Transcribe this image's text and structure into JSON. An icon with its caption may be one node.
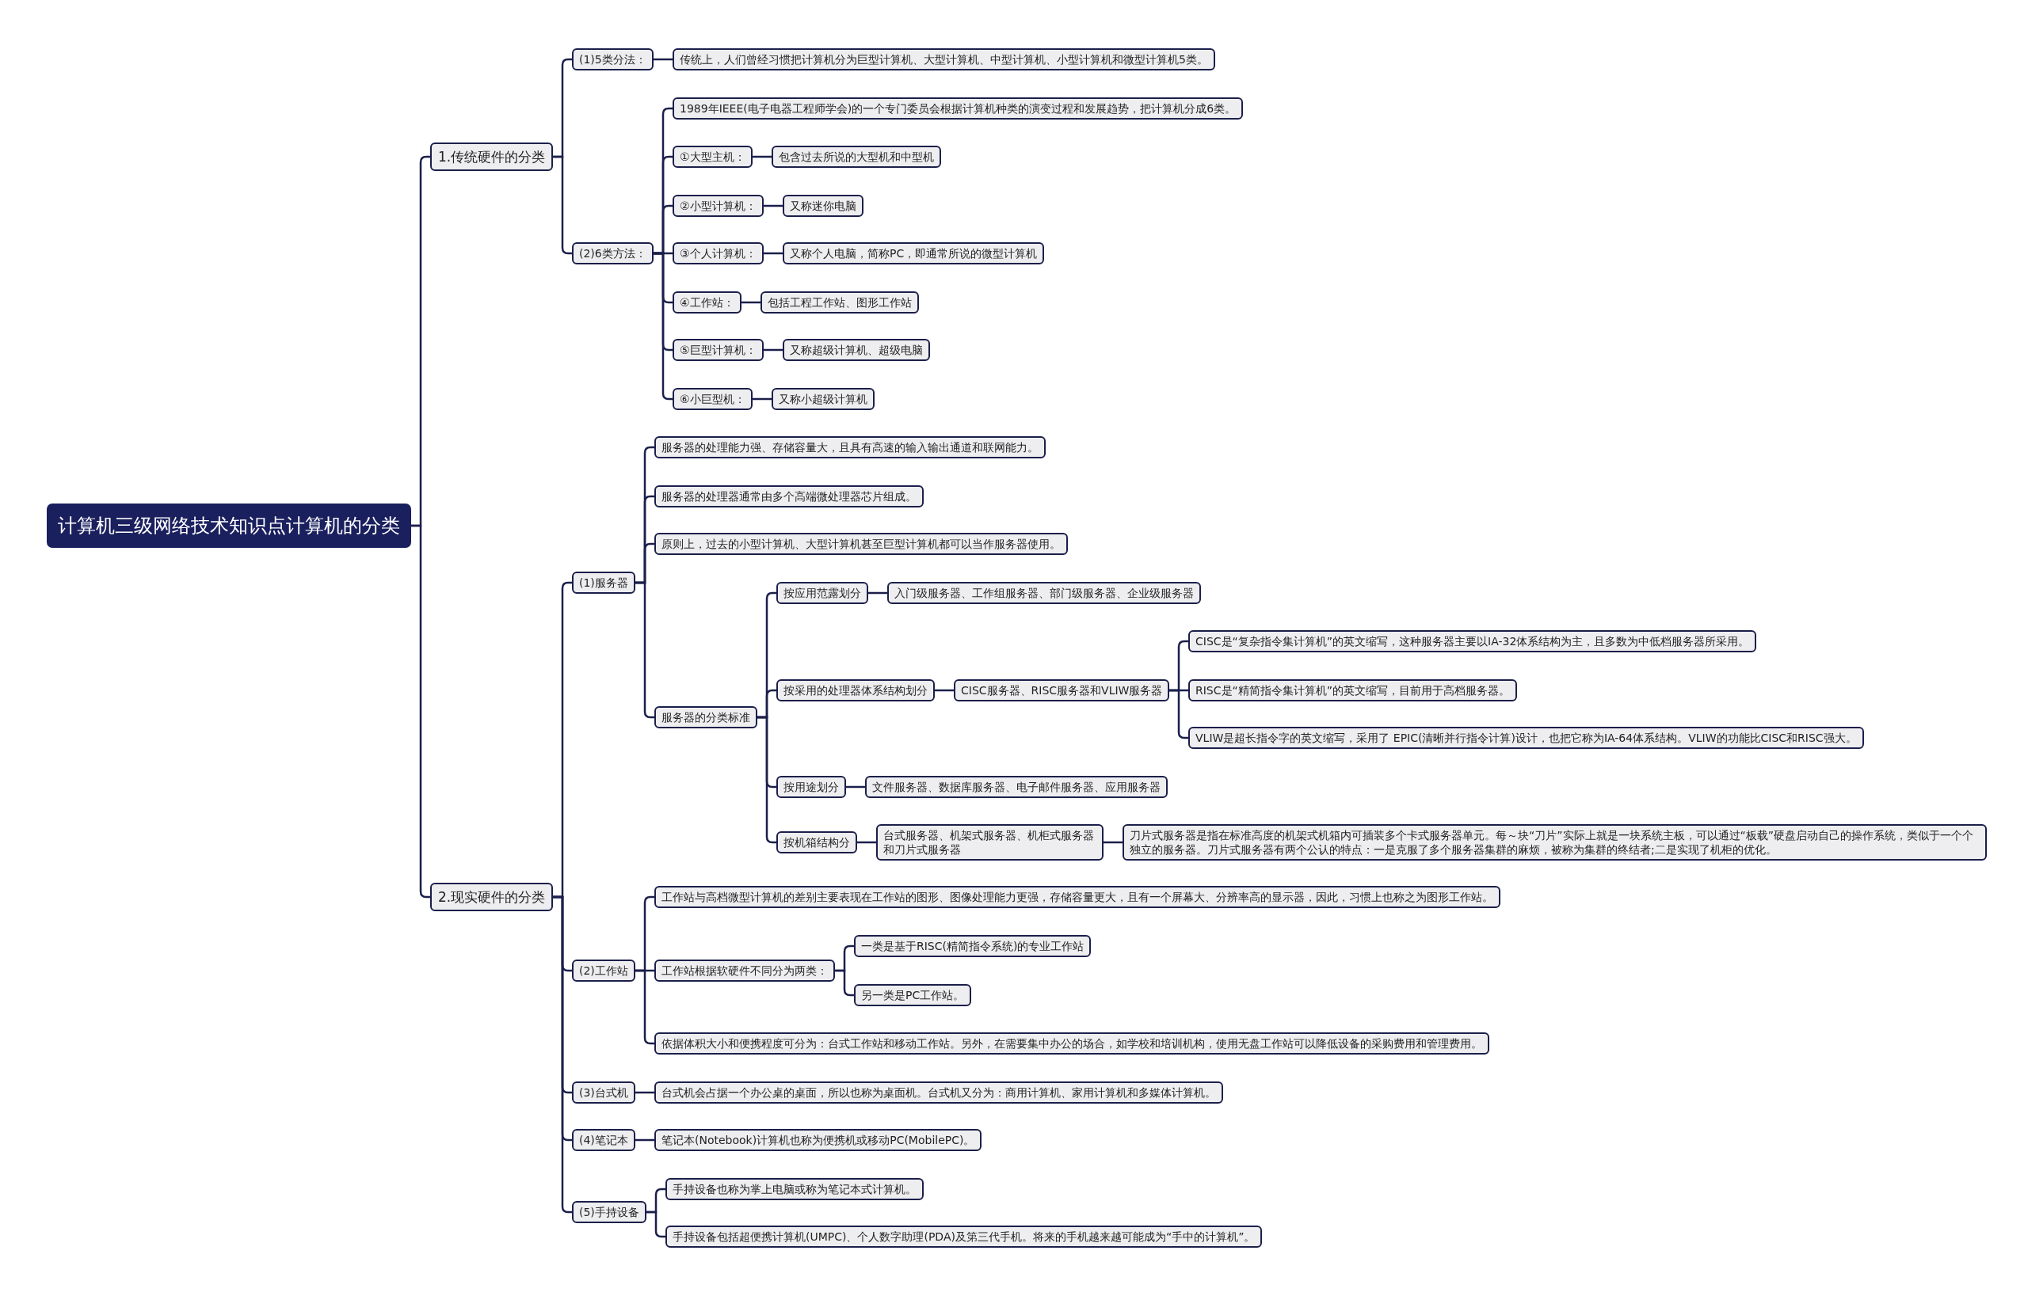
{
  "diagram": {
    "nodes": [
      {
        "text": [
          "计算机三级网络技术知识点计算机的分类"
        ]
      },
      {
        "text": [
          "1.传统硬件的分类"
        ]
      },
      {
        "text": [
          "(1)5类分法："
        ]
      },
      {
        "text": [
          "传统上，人们曾经习惯把计算机分为巨型计算机、大型计算机、中型计算机、小型计算机和微型计算机5类。"
        ]
      },
      {
        "text": [
          "(2)6类方法："
        ]
      },
      {
        "text": [
          "1989年IEEE(电子电器工程师学会)的一个专门委员会根据计算机种类的演变过程和发展趋势，把计算机分成6类。"
        ]
      },
      {
        "text": [
          "①大型主机："
        ]
      },
      {
        "text": [
          "包含过去所说的大型机和中型机"
        ]
      },
      {
        "text": [
          "②小型计算机："
        ]
      },
      {
        "text": [
          "又称迷你电脑"
        ]
      },
      {
        "text": [
          "③个人计算机："
        ]
      },
      {
        "text": [
          "又称个人电脑，简称PC，即通常所说的微型计算机"
        ]
      },
      {
        "text": [
          "④工作站："
        ]
      },
      {
        "text": [
          "包括工程工作站、图形工作站"
        ]
      },
      {
        "text": [
          "⑤巨型计算机："
        ]
      },
      {
        "text": [
          "又称超级计算机、超级电脑"
        ]
      },
      {
        "text": [
          "⑥小巨型机："
        ]
      },
      {
        "text": [
          "又称小超级计算机"
        ]
      },
      {
        "text": [
          "2.现实硬件的分类"
        ]
      },
      {
        "text": [
          "(1)服务器"
        ]
      },
      {
        "text": [
          "服务器的处理能力强、存储容量大，且具有高速的输入输出通道和联网能力。"
        ]
      },
      {
        "text": [
          "服务器的处理器通常由多个高端微处理器芯片组成。"
        ]
      },
      {
        "text": [
          "原则上，过去的小型计算机、大型计算机甚至巨型计算机都可以当作服务器使用。"
        ]
      },
      {
        "text": [
          "服务器的分类标准"
        ]
      },
      {
        "text": [
          "按应用范露划分"
        ]
      },
      {
        "text": [
          "入门级服务器、工作组服务器、部门级服务器、企业级服务器"
        ]
      },
      {
        "text": [
          "按采用的处理器体系结构划分"
        ]
      },
      {
        "text": [
          "CISC服务器、RISC服务器和VLIW服务器"
        ]
      },
      {
        "text": [
          "CISC是“复杂指令集计算机”的英文缩写，这种服务器主要以IA-32体系结构为主，且多数为中低档服务器所采用。"
        ]
      },
      {
        "text": [
          "RISC是“精简指令集计算机”的英文缩写，目前用于高档服务器。"
        ]
      },
      {
        "text": [
          "VLIW是超长指令字的英文缩写，采用了 EPIC(清晰并行指令计算)设计，也把它称为IA-64体系结构。VLIW的功能比CISC和RISC强大。"
        ]
      },
      {
        "text": [
          "按用途划分"
        ]
      },
      {
        "text": [
          "文件服务器、数据库服务器、电子邮件服务器、应用服务器"
        ]
      },
      {
        "text": [
          "按机箱结构分"
        ]
      },
      {
        "text": [
          "台式服务器、机架式服务器、机柜式服务器和刀片式服务器"
        ]
      },
      {
        "text": [
          "刀片式服务器是指在标准高度的机架式机箱内可插装多个卡式服务器单元。每～块“刀片”实际上就是一块系统主板，可以通过“板载”硬盘启动自己的操作系统，类似于一个个独立的服务器。刀片式服务器有两个公认的特点：一是克服了多个服务器集群的麻烦，被称为集群的终结者;二是实现了机柜的优化。"
        ]
      },
      {
        "text": [
          "(2)工作站"
        ]
      },
      {
        "text": [
          "工作站与高档微型计算机的差别主要表现在工作站的图形、图像处理能力更强，存储容量更大，且有一个屏幕大、分辨率高的显示器，因此，习惯上也称之为图形工作站。"
        ]
      },
      {
        "text": [
          "工作站根据软硬件不同分为两类："
        ]
      },
      {
        "text": [
          "一类是基于RISC(精简指令系统)的专业工作站"
        ]
      },
      {
        "text": [
          "另一类是PC工作站。"
        ]
      },
      {
        "text": [
          "依据体积大小和便携程度可分为：台式工作站和移动工作站。另外，在需要集中办公的场合，如学校和培训机构，使用无盘工作站可以降低设备的采购费用和管理费用。"
        ]
      },
      {
        "text": [
          "(3)台式机"
        ]
      },
      {
        "text": [
          "台式机会占据一个办公桌的桌面，所以也称为桌面机。台式机又分为：商用计算机、家用计算机和多媒体计算机。"
        ]
      },
      {
        "text": [
          "(4)笔记本"
        ]
      },
      {
        "text": [
          "笔记本(Notebook)计算机也称为便携机或移动PC(MobilePC)。"
        ]
      },
      {
        "text": [
          "(5)手持设备"
        ]
      },
      {
        "text": [
          "手持设备也称为掌上电脑或称为笔记本式计算机。"
        ]
      },
      {
        "text": [
          "手持设备包括超便携计算机(UMPC)、个人数字助理(PDA)及第三代手机。将来的手机越来越可能成为“手中的计算机”。"
        ]
      }
    ],
    "edges": [
      {
        "from": 0,
        "to": 1,
        "arrow": "none"
      },
      {
        "from": 0,
        "to": 18,
        "arrow": "none"
      },
      {
        "from": 1,
        "to": 2,
        "arrow": "none"
      },
      {
        "from": 1,
        "to": 4,
        "arrow": "none"
      },
      {
        "from": 2,
        "to": 3,
        "arrow": "none"
      },
      {
        "from": 4,
        "to": 5,
        "arrow": "none"
      },
      {
        "from": 4,
        "to": 6,
        "arrow": "none"
      },
      {
        "from": 4,
        "to": 8,
        "arrow": "none"
      },
      {
        "from": 4,
        "to": 10,
        "arrow": "none"
      },
      {
        "from": 4,
        "to": 12,
        "arrow": "none"
      },
      {
        "from": 4,
        "to": 14,
        "arrow": "none"
      },
      {
        "from": 4,
        "to": 16,
        "arrow": "none"
      },
      {
        "from": 6,
        "to": 7,
        "arrow": "none"
      },
      {
        "from": 8,
        "to": 9,
        "arrow": "none"
      },
      {
        "from": 10,
        "to": 11,
        "arrow": "none"
      },
      {
        "from": 12,
        "to": 13,
        "arrow": "none"
      },
      {
        "from": 14,
        "to": 15,
        "arrow": "none"
      },
      {
        "from": 16,
        "to": 17,
        "arrow": "none"
      },
      {
        "from": 18,
        "to": 19,
        "arrow": "none"
      },
      {
        "from": 18,
        "to": 36,
        "arrow": "none"
      },
      {
        "from": 18,
        "to": 42,
        "arrow": "none"
      },
      {
        "from": 18,
        "to": 44,
        "arrow": "none"
      },
      {
        "from": 18,
        "to": 46,
        "arrow": "none"
      },
      {
        "from": 19,
        "to": 20,
        "arrow": "none"
      },
      {
        "from": 19,
        "to": 21,
        "arrow": "none"
      },
      {
        "from": 19,
        "to": 22,
        "arrow": "none"
      },
      {
        "from": 19,
        "to": 23,
        "arrow": "none"
      },
      {
        "from": 23,
        "to": 24,
        "arrow": "none"
      },
      {
        "from": 23,
        "to": 26,
        "arrow": "none"
      },
      {
        "from": 23,
        "to": 31,
        "arrow": "none"
      },
      {
        "from": 23,
        "to": 33,
        "arrow": "none"
      },
      {
        "from": 24,
        "to": 25,
        "arrow": "none"
      },
      {
        "from": 26,
        "to": 27,
        "arrow": "none"
      },
      {
        "from": 27,
        "to": 28,
        "arrow": "none"
      },
      {
        "from": 27,
        "to": 29,
        "arrow": "none"
      },
      {
        "from": 27,
        "to": 30,
        "arrow": "none"
      },
      {
        "from": 31,
        "to": 32,
        "arrow": "none"
      },
      {
        "from": 33,
        "to": 34,
        "arrow": "none"
      },
      {
        "from": 34,
        "to": 35,
        "arrow": "none"
      },
      {
        "from": 36,
        "to": 37,
        "arrow": "none"
      },
      {
        "from": 36,
        "to": 38,
        "arrow": "none"
      },
      {
        "from": 36,
        "to": 41,
        "arrow": "none"
      },
      {
        "from": 38,
        "to": 39,
        "arrow": "none"
      },
      {
        "from": 38,
        "to": 40,
        "arrow": "none"
      },
      {
        "from": 42,
        "to": 43,
        "arrow": "none"
      },
      {
        "from": 44,
        "to": 45,
        "arrow": "none"
      },
      {
        "from": 46,
        "to": 47,
        "arrow": "none"
      },
      {
        "from": 46,
        "to": 48,
        "arrow": "none"
      }
    ]
  }
}
